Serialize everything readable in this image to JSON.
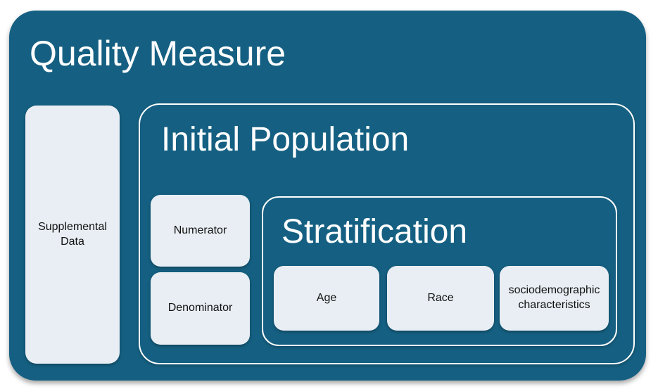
{
  "colors": {
    "background": "#156082",
    "card_fill": "#E8EEF3",
    "outline": "#FFFFFF",
    "title_text": "#FFFFFF",
    "card_text": "#111111",
    "page_background": "#FFFFFF"
  },
  "diagram": {
    "title": "Quality Measure",
    "supplemental_data": {
      "label": "Supplemental Data"
    },
    "initial_population": {
      "title": "Initial Population",
      "numerator": {
        "label": "Numerator"
      },
      "denominator": {
        "label": "Denominator"
      },
      "stratification": {
        "title": "Stratification",
        "strata": [
          {
            "label": "Age"
          },
          {
            "label": "Race"
          },
          {
            "label": "sociodemographic characteristics"
          }
        ]
      }
    }
  }
}
